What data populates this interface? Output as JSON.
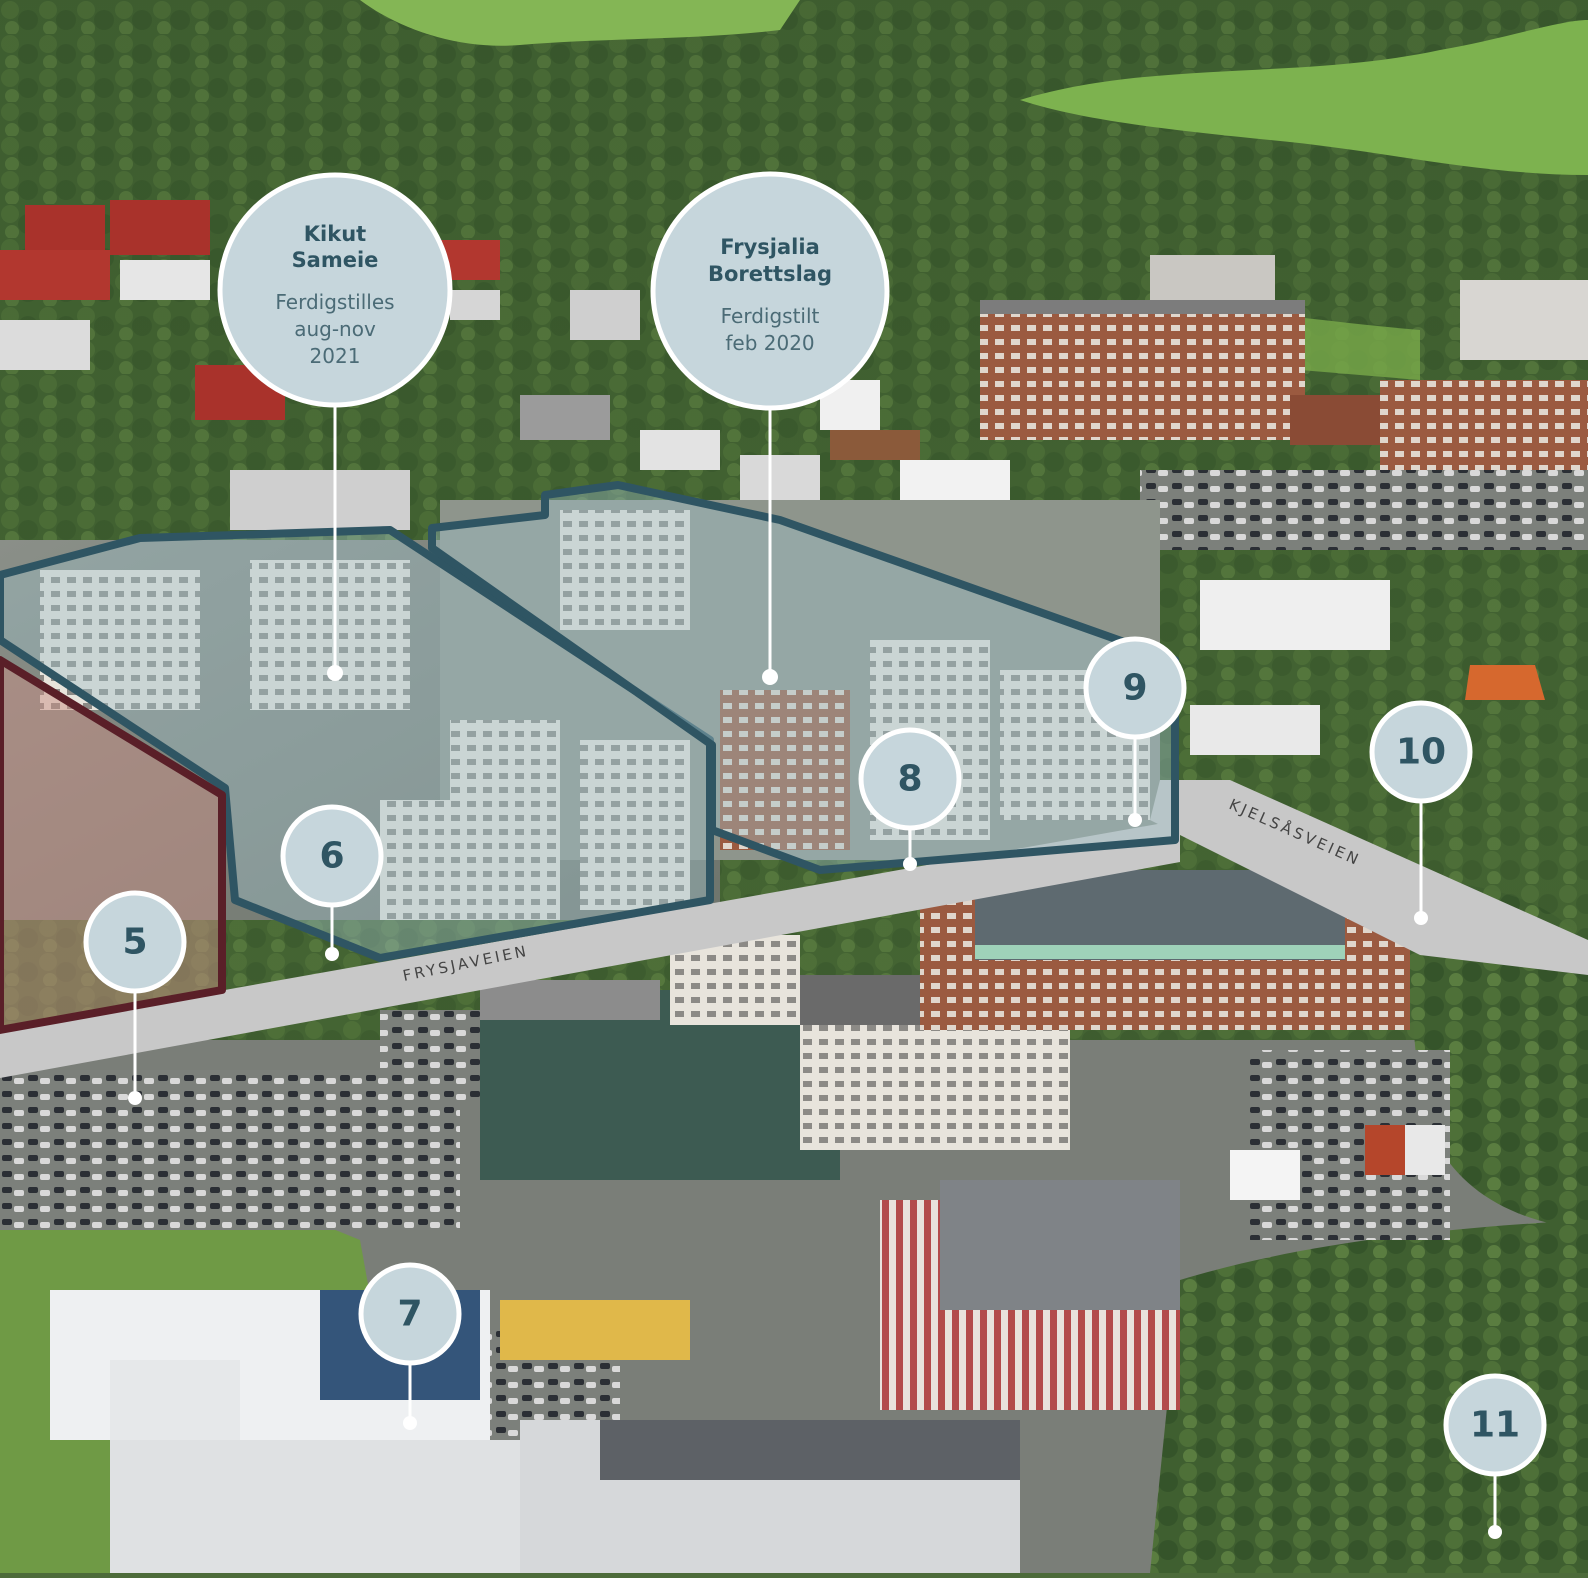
{
  "colors": {
    "forest": "#3f5f30",
    "meadow": "#7bb04d",
    "road": "#c8c8c8",
    "parcel_teal": "#2f5563",
    "parcel_maroon": "#5a1f28",
    "marker_fill": "#c6d6dc",
    "marker_stroke": "#ffffff",
    "marker_text": "#2f5563"
  },
  "roads": [
    {
      "label": "FRYSJAVEIEN"
    },
    {
      "label": "KJELSÅSVEIEN"
    }
  ],
  "info_callouts": [
    {
      "title_lines": [
        "Kikut",
        "Sameie"
      ],
      "body_lines": [
        "Ferdigstilles",
        "aug-nov",
        "2021"
      ]
    },
    {
      "title_lines": [
        "Frysjalia",
        "Borettslag"
      ],
      "body_lines": [
        "Ferdigstilt",
        "feb 2020"
      ]
    }
  ],
  "markers": [
    {
      "number": "5"
    },
    {
      "number": "6"
    },
    {
      "number": "7"
    },
    {
      "number": "8"
    },
    {
      "number": "9"
    },
    {
      "number": "10"
    },
    {
      "number": "11"
    }
  ]
}
